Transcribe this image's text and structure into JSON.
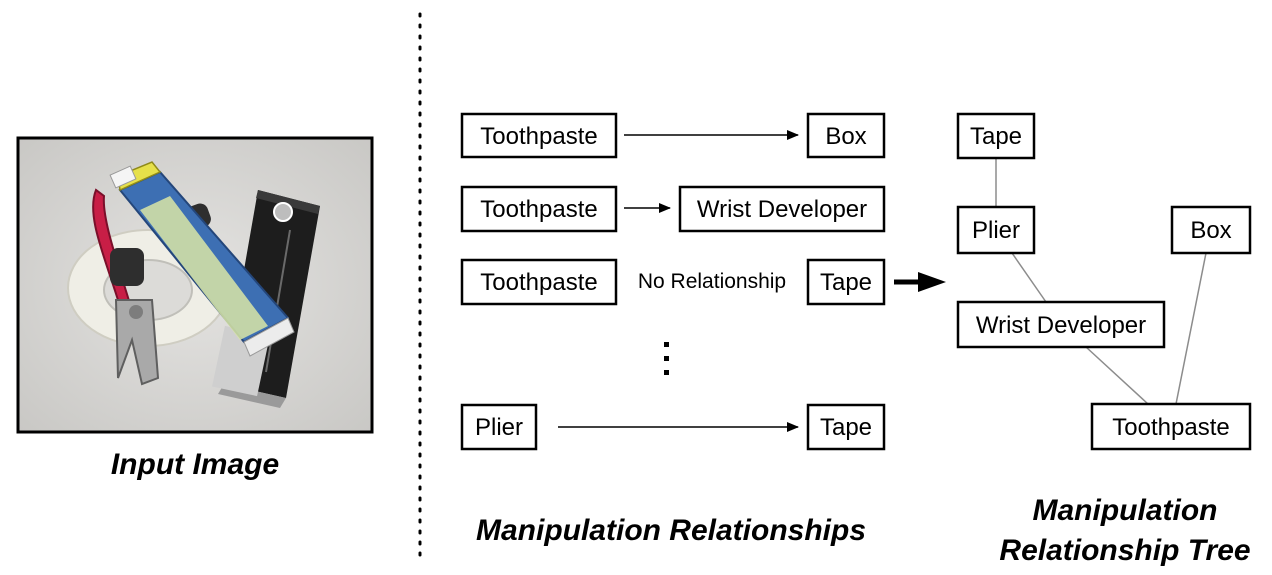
{
  "input_image": {
    "caption": "Input Image",
    "description_icons": [
      "pliers",
      "toothpaste-tube",
      "tape-roll",
      "wrist-developer-box"
    ]
  },
  "relationships": {
    "caption": "Manipulation Relationships",
    "pairs": [
      {
        "subject": "Toothpaste",
        "object": "Box",
        "relation": ""
      },
      {
        "subject": "Toothpaste",
        "object": "Wrist Developer",
        "relation": ""
      },
      {
        "subject": "Toothpaste",
        "object": "Tape",
        "relation": "No Relationship"
      },
      {
        "subject": "Plier",
        "object": "Tape",
        "relation": ""
      }
    ],
    "ellipsis": "⋮"
  },
  "tree": {
    "caption_line1": "Manipulation",
    "caption_line2": "Relationship Tree",
    "nodes": {
      "tape": "Tape",
      "plier": "Plier",
      "box": "Box",
      "wrist_developer": "Wrist Developer",
      "toothpaste": "Toothpaste"
    }
  },
  "colors": {
    "box_stroke": "#000000",
    "tree_edge": "#8c8c8c",
    "table_surface": "#d9d8d6",
    "pliers_handle": "#c81e46",
    "toothpaste_body": "#3d6fb3",
    "toothpaste_cap": "#e6e04a"
  }
}
